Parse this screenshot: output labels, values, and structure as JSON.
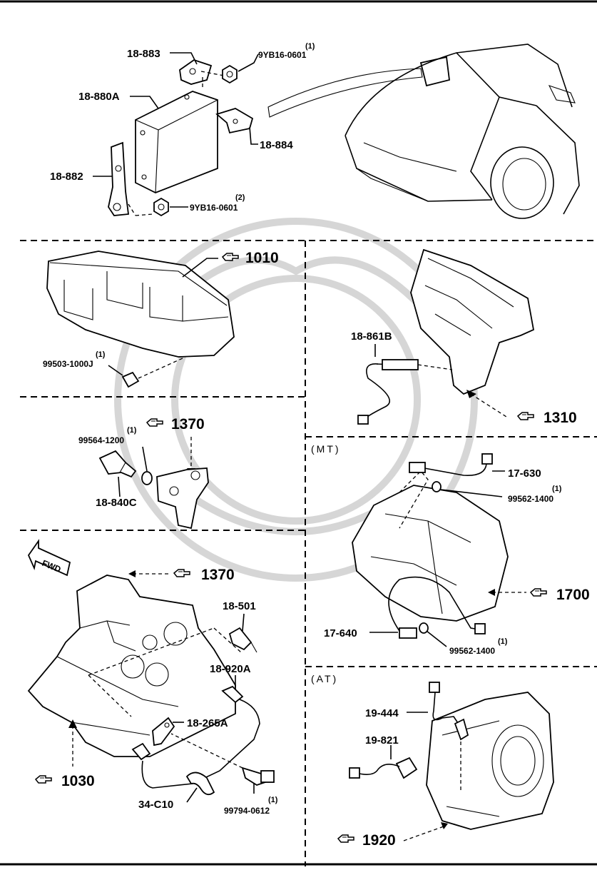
{
  "diagram": {
    "ecu": {
      "bracket_top": "18-883",
      "nut_top": "9YB16-0601",
      "nut_top_qty": "(1)",
      "unit": "18-880A",
      "bracket_right": "18-884",
      "bracket_left": "18-882",
      "nut_bottom": "9YB16-0601",
      "nut_bottom_qty": "(2)"
    },
    "cylinder_head": {
      "ref": "1010",
      "plug": "99503-1000J",
      "plug_qty": "(1)"
    },
    "intake": {
      "sensor": "18-861B",
      "ref": "1310"
    },
    "water_temp": {
      "ref": "1370",
      "gasket": "99564-1200",
      "gasket_qty": "(1)",
      "sensor": "18-840C"
    },
    "engine": {
      "fwd": "FWD",
      "ref_top": "1370",
      "switch": "18-501",
      "sensor": "18-920A",
      "bracket": "18-265A",
      "clip": "34-C10",
      "bolt": "99794-0612",
      "bolt_qty": "(1)",
      "ref_bottom": "1030"
    },
    "mt": {
      "section": "(MT)",
      "sensor_top": "17-630",
      "gasket_top": "99562-1400",
      "gasket_top_qty": "(1)",
      "ref": "1700",
      "sensor_bottom": "17-640",
      "gasket_bottom": "99562-1400",
      "gasket_bottom_qty": "(1)"
    },
    "at": {
      "section": "(AT)",
      "sensor_top": "19-444",
      "sensor_bottom": "19-821",
      "ref": "1920"
    }
  }
}
